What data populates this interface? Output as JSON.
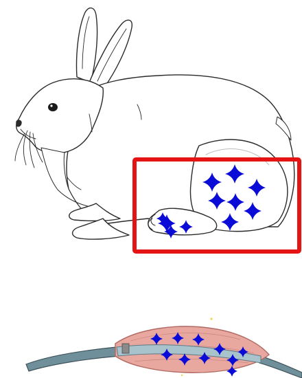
{
  "colors": {
    "outline": "#2a2a2a",
    "fur": "#ffffff",
    "shading": "#e6e6e6",
    "eye": "#1a1a1a",
    "highlight_box": "#e41414",
    "sparkle": "#0b0bd8",
    "muscle": "#e8a8a0",
    "muscle_edge": "#b06a62",
    "tendon": "#6f8f9b",
    "tendon_light": "#a9c3cc",
    "dot": "#f2d45a"
  },
  "icons": {
    "animal": "rabbit-illustration",
    "marker": "four-point-star-icon",
    "tissue": "muscle-tendon-illustration"
  },
  "highlight": {
    "region": "hind-leg"
  },
  "sparkles": {
    "hind_leg_count": 11,
    "muscle_count": 10
  }
}
